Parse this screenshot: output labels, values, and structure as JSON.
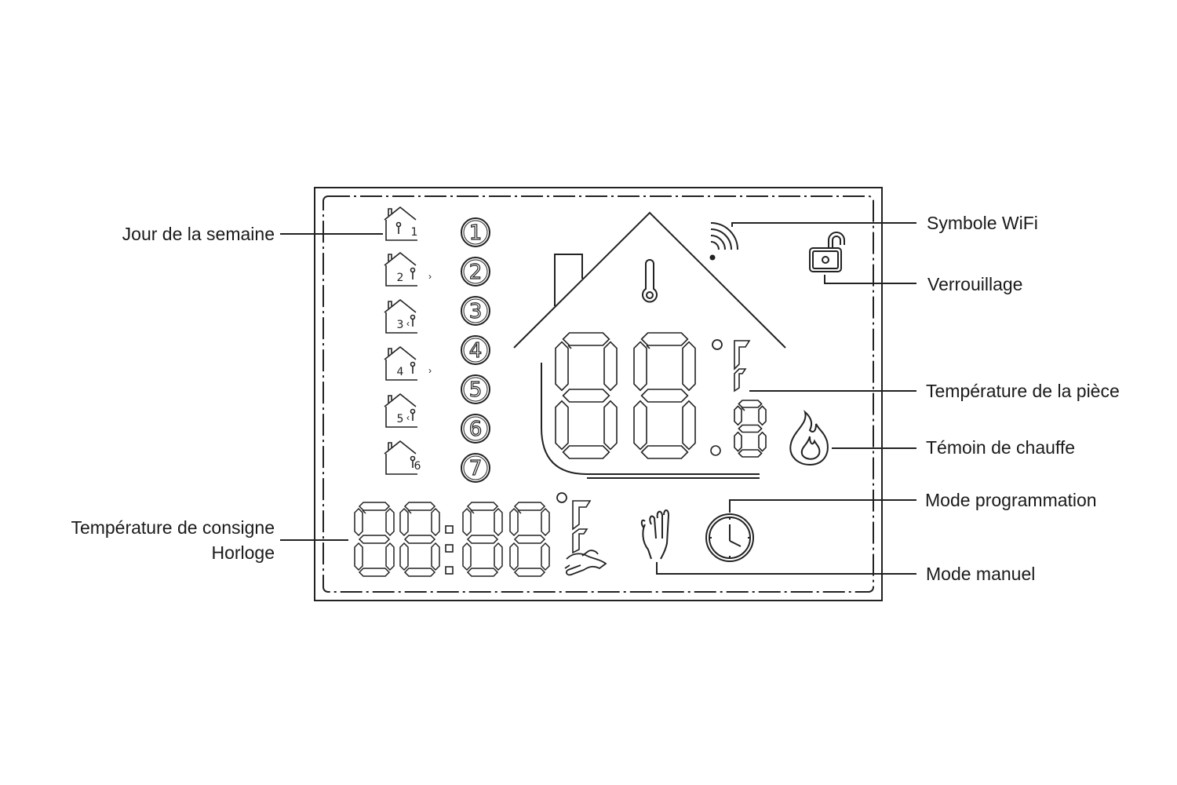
{
  "labels": {
    "weekday": "Jour de la semaine",
    "setpoint": "Température de consigne",
    "clock": "Horloge",
    "wifi": "Symbole WiFi",
    "lock": "Verrouillage",
    "room_temp": "Température de la pièce",
    "heating": "Témoin de chauffe",
    "programming": "Mode programmation",
    "manual": "Mode manuel"
  },
  "display": {
    "day_numbers": [
      "1",
      "2",
      "3",
      "4",
      "5",
      "6",
      "7"
    ],
    "program_icons": [
      "1",
      "2",
      "3",
      "4",
      "5",
      "6"
    ],
    "unit_main": "°F",
    "unit_small": "°F"
  },
  "colors": {
    "line": "#222222",
    "background": "#ffffff",
    "text": "#1a1a1a"
  }
}
